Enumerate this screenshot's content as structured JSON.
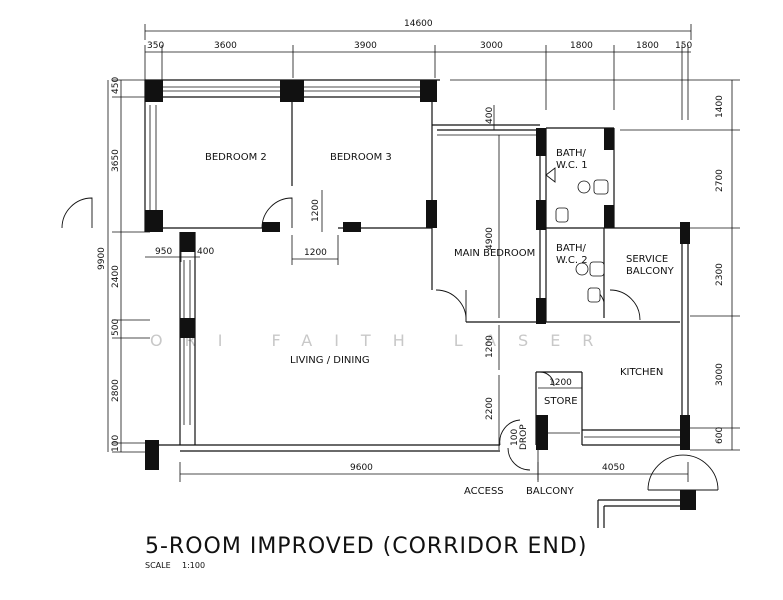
{
  "title": "5-ROOM IMPROVED (CORRIDOR END)",
  "scale_label": "SCALE",
  "scale_value": "1:100",
  "watermark": "ORI FAITH LASER",
  "rooms": {
    "bedroom2": "BEDROOM 2",
    "bedroom3": "BEDROOM 3",
    "main_bedroom": "MAIN BEDROOM",
    "bath1_l1": "BATH/",
    "bath1_l2": "W.C. 1",
    "bath2_l1": "BATH/",
    "bath2_l2": "W.C. 2",
    "service_l1": "SERVICE",
    "service_l2": "BALCONY",
    "living": "LIVING / DINING",
    "kitchen": "KITCHEN",
    "store": "STORE",
    "access": "ACCESS",
    "balcony": "BALCONY",
    "drop": "DROP"
  },
  "dims": {
    "overall_width": "14600",
    "top": [
      "350",
      "3600",
      "3900",
      "3000",
      "1800",
      "1800",
      "150"
    ],
    "left": [
      "450",
      "3650",
      "2400",
      "500",
      "2800",
      "100"
    ],
    "left_total": "9900",
    "right": [
      "1400",
      "2700",
      "2300",
      "3000",
      "600"
    ],
    "bottom_left": "9600",
    "bottom_right": "4050",
    "d950": "950",
    "d400a": "400",
    "d1200a": "1200",
    "d1200b": "1200",
    "d400b": "400",
    "d4900": "4900",
    "d1200c": "1200",
    "d2200": "2200",
    "d1200store": "1200",
    "d100": "100"
  }
}
